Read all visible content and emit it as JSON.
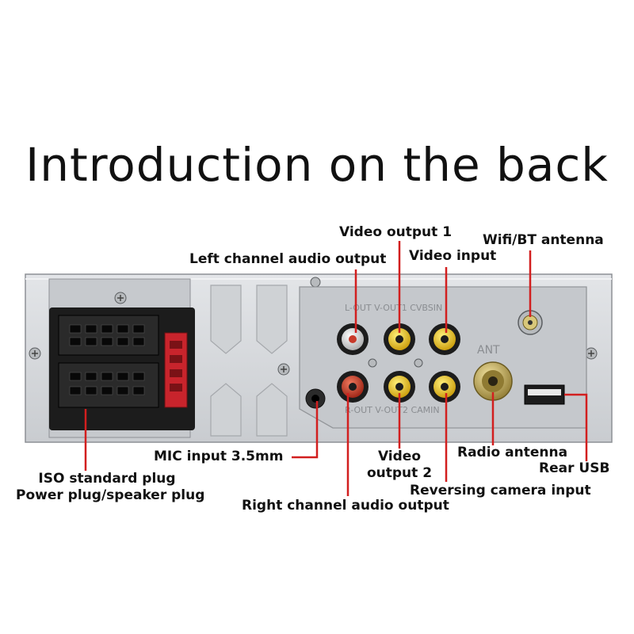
{
  "title": "Introduction on the back",
  "panel_markings": {
    "top_row": "L-OUT V-OUT1 CVBSIN",
    "bottom_row": "R-OUT V-OUT2 CAMIN",
    "antenna": "ANT"
  },
  "labels": {
    "video_output_1": "Video output 1",
    "wifi_bt_antenna": "Wifi/BT antenna",
    "left_channel_audio_output": "Left channel audio output",
    "video_input": "Video input",
    "mic_input": "MIC input 3.5mm",
    "video_output_2_line1": "Video",
    "video_output_2_line2": "output 2",
    "radio_antenna": "Radio antenna",
    "rear_usb": "Rear USB",
    "iso_plug_line1": "ISO standard plug",
    "iso_plug_line2": "Power plug/speaker plug",
    "reversing_camera_input": "Reversing camera input",
    "right_channel_audio_output": "Right channel audio output"
  },
  "colors": {
    "leader_line": "#d21f1f",
    "panel": "#d7d9dc",
    "connector_black": "#1c1c1c",
    "rca_red": "#c83a2a",
    "rca_yellow": "#e8c21e",
    "rca_white": "#e8e8e8",
    "iso_red": "#c8242c"
  }
}
